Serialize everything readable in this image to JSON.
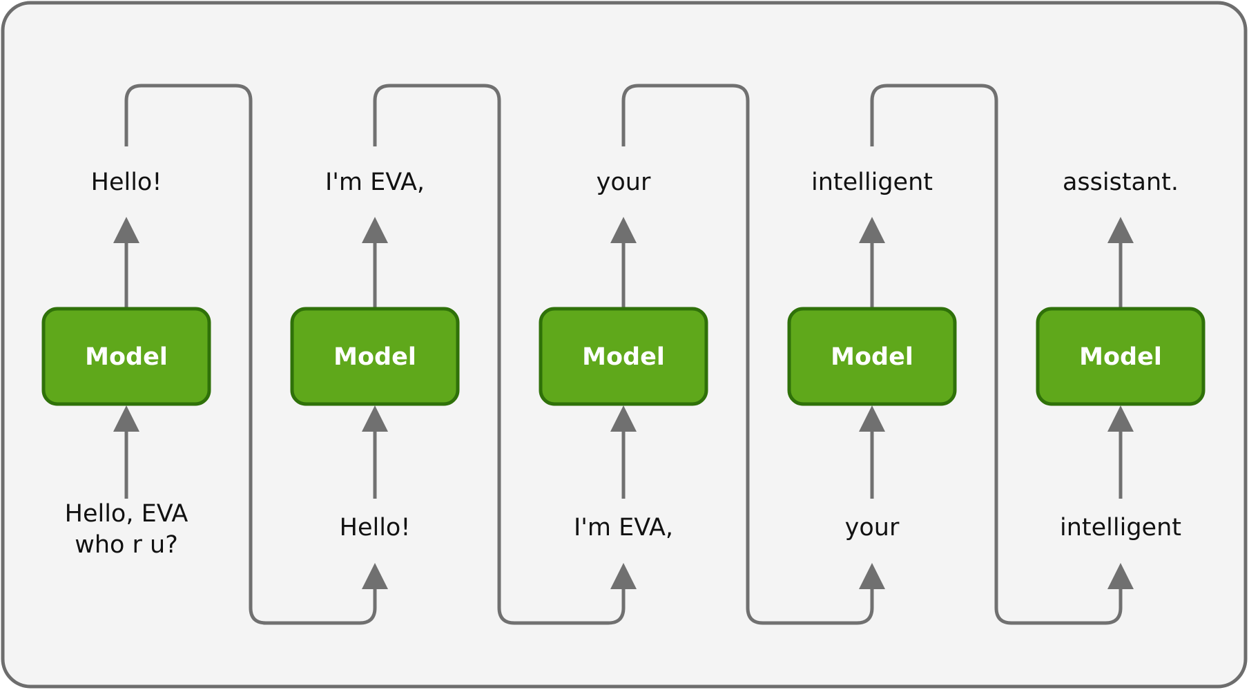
{
  "diagram": {
    "steps": [
      {
        "model_label": "Model",
        "input_lines": [
          "Hello, EVA",
          "who r u?"
        ],
        "output": "Hello!"
      },
      {
        "model_label": "Model",
        "input_lines": [
          "Hello!"
        ],
        "output": "I'm EVA,"
      },
      {
        "model_label": "Model",
        "input_lines": [
          "I'm EVA,"
        ],
        "output": "your"
      },
      {
        "model_label": "Model",
        "input_lines": [
          "your"
        ],
        "output": "intelligent"
      },
      {
        "model_label": "Model",
        "input_lines": [
          "intelligent"
        ],
        "output": "assistant."
      }
    ],
    "colors": {
      "background": "#f4f4f4",
      "frame_border": "#6d6d6d",
      "model_fill": "#5fa81b",
      "model_border": "#2f7109",
      "arrow": "#707070",
      "text": "#111111",
      "model_text": "#ffffff"
    }
  }
}
